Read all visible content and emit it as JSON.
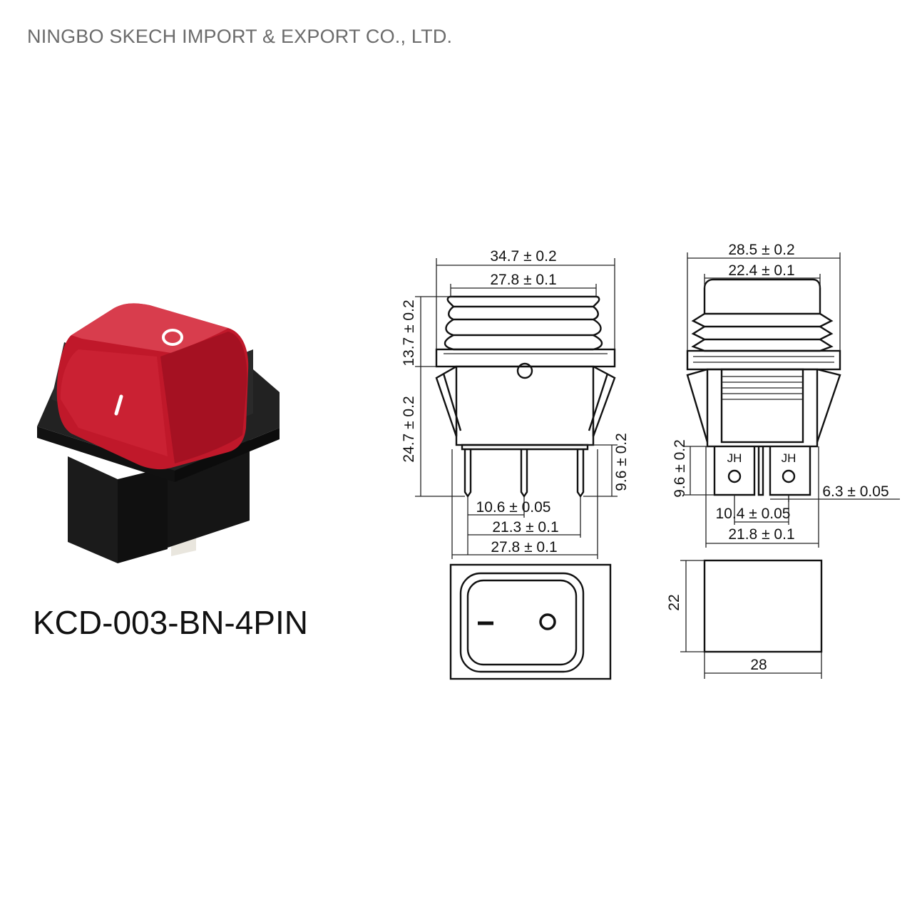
{
  "header": {
    "company": "NINGBO SKECH IMPORT & EXPORT CO., LTD."
  },
  "product": {
    "model": "KCD-003-BN-4PIN",
    "symbol_off": "O",
    "symbol_on": "I",
    "pin_mark": "JH"
  },
  "colors": {
    "lens": "#c0182a",
    "housing": "#1b1b1b",
    "pin": "#e9e6de",
    "line": "#111111"
  },
  "dimensions": {
    "front": {
      "overall_width": "34.7 ± 0.2",
      "body_width": "27.8 ± 0.1",
      "cap_height": "13.7 ± 0.2",
      "body_height": "24.7 ± 0.2",
      "pin_length": "9.6 ± 0.2",
      "pin_pitch": "10.6 ± 0.05",
      "pin_span": "21.3 ± 0.1",
      "base_width": "27.8 ± 0.1"
    },
    "side": {
      "overall_width": "28.5 ± 0.2",
      "cap_width": "22.4 ± 0.1",
      "pin_length": "9.6 ± 0.2",
      "pin_width": "6.3 ± 0.05",
      "pin_pitch": "10.4 ± 0.05",
      "body_width": "21.8 ± 0.1"
    },
    "cutout": {
      "height": "22",
      "width": "28"
    }
  }
}
